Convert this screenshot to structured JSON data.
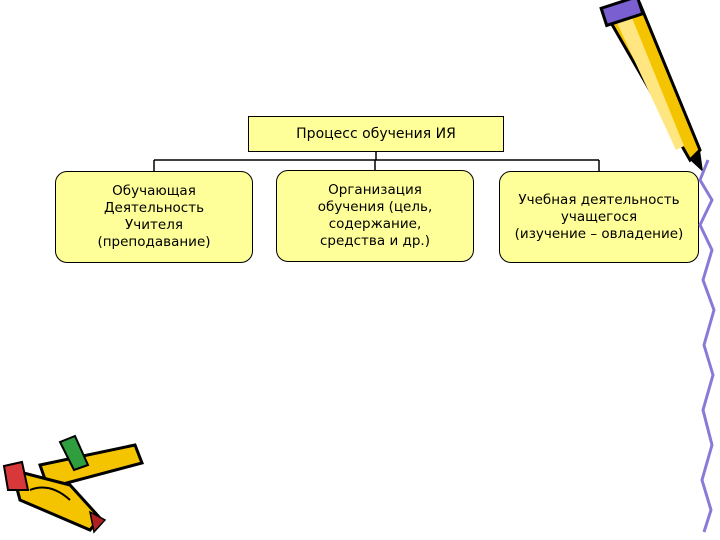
{
  "diagram": {
    "root": "Процесс обучения ИЯ",
    "children": [
      "Обучающая\nДеятельность\nУчителя\n(преподавание)",
      "Организация\nобучения (цель,\nсодержание,\nсредства и др.)",
      "Учебная деятельность\nучащегося\n(изучение – овладение)"
    ]
  },
  "colors": {
    "box_fill": "#ffff99",
    "pencil_yellow": "#f5c400",
    "accent_purple": "#8a7ad8"
  },
  "icons": [
    "pencil-icon",
    "pencils-icon"
  ]
}
